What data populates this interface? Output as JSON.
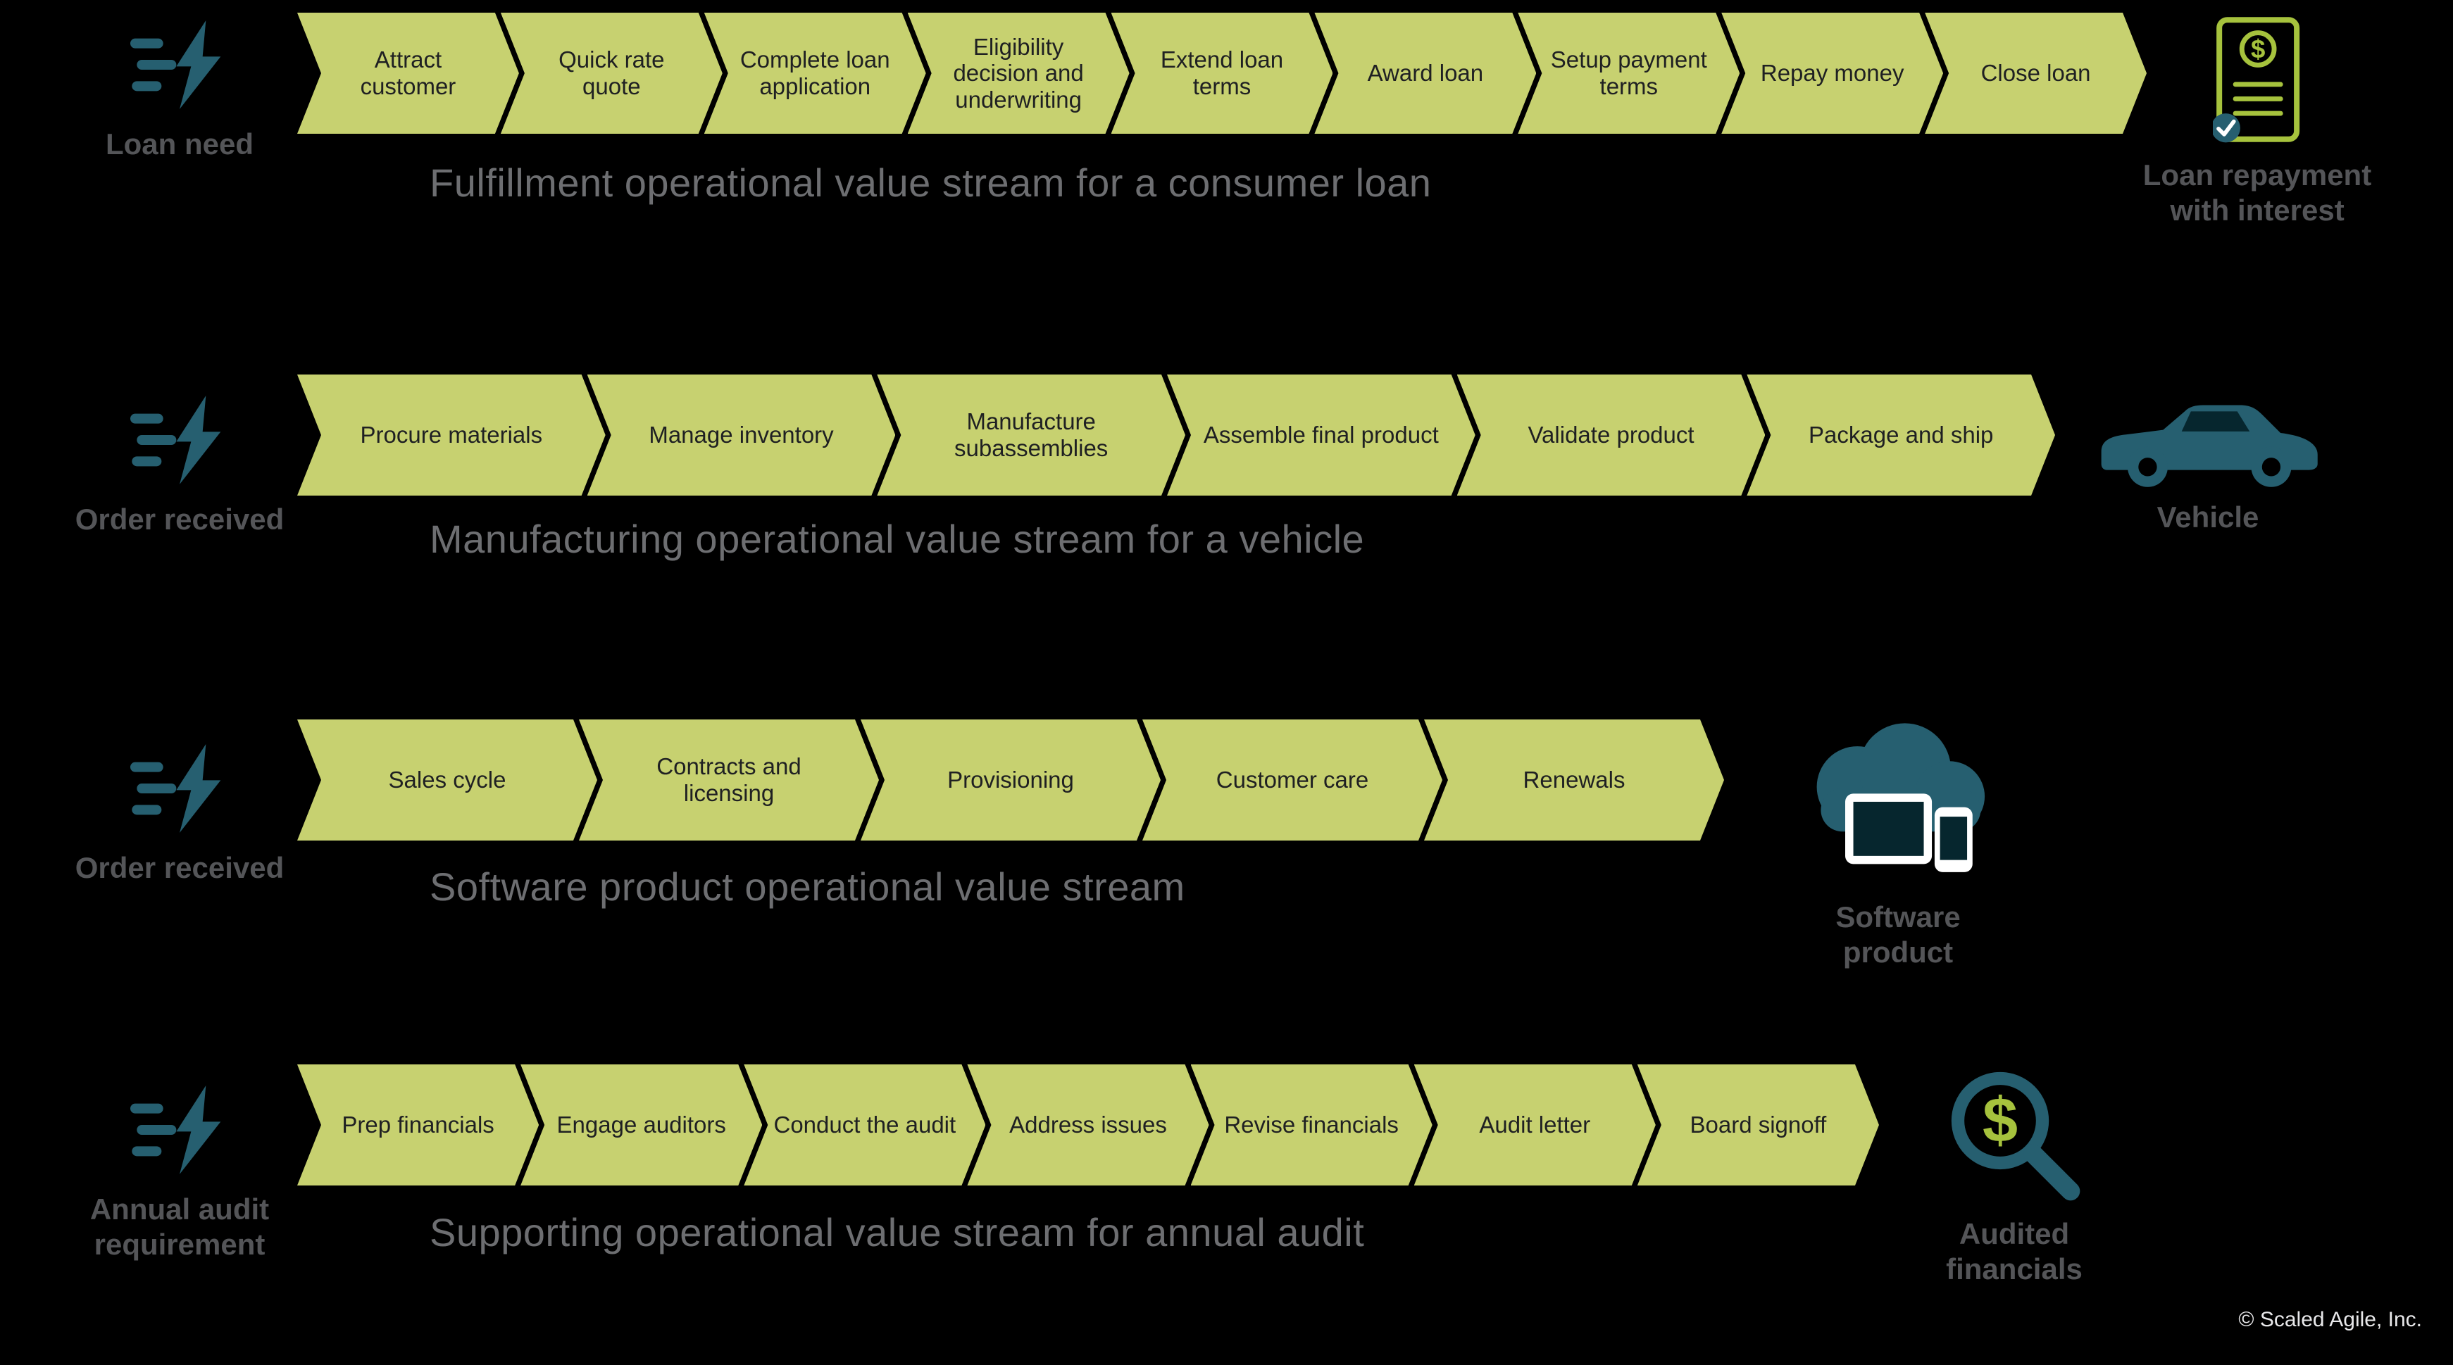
{
  "diagram": {
    "rows": [
      {
        "trigger": "Loan need",
        "steps": [
          "Attract customer",
          "Quick rate quote",
          "Complete loan application",
          "Eligibility decision and underwriting",
          "Extend loan terms",
          "Award loan",
          "Setup payment terms",
          "Repay money",
          "Close loan"
        ],
        "caption": "Fulfillment operational value stream for a consumer loan",
        "result": "Loan repayment with interest",
        "result_icon": "loan-repayment-document-icon"
      },
      {
        "trigger": "Order received",
        "steps": [
          "Procure materials",
          "Manage inventory",
          "Manufacture subassemblies",
          "Assemble final product",
          "Validate product",
          "Package and ship"
        ],
        "caption": "Manufacturing operational value stream for a vehicle",
        "result": "Vehicle",
        "result_icon": "car-icon"
      },
      {
        "trigger": "Order received",
        "steps": [
          "Sales cycle",
          "Contracts and licensing",
          "Provisioning",
          "Customer care",
          "Renewals"
        ],
        "caption": "Software product operational value stream",
        "result": "Software product",
        "result_icon": "cloud-devices-icon"
      },
      {
        "trigger": "Annual audit requirement",
        "steps": [
          "Prep financials",
          "Engage auditors",
          "Conduct the audit",
          "Address issues",
          "Revise financials",
          "Audit letter",
          "Board signoff"
        ],
        "caption": "Supporting operational value stream for annual audit",
        "result": "Audited financials",
        "result_icon": "magnifier-dollar-icon"
      }
    ],
    "trigger_icon": "lightning-bolt-icon",
    "colors": {
      "background": "#000000",
      "chevron_green": "#c7d170",
      "chevron_text": "#1f2022",
      "caption_gray": "#6d6e71",
      "label_gray": "#545558",
      "teal": "#265f70",
      "doc_green": "#a6c23d"
    },
    "copyright": "© Scaled Agile, Inc."
  }
}
